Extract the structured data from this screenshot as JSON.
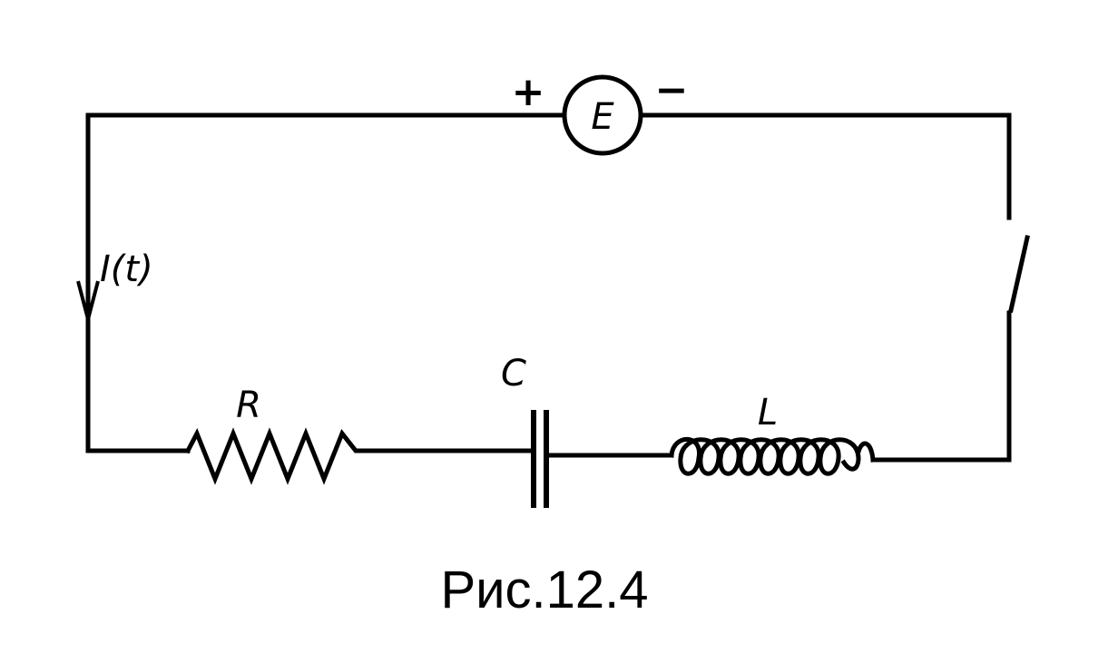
{
  "diagram": {
    "source": {
      "label": "E",
      "positive": "+",
      "negative": "−"
    },
    "current": {
      "label": "I(t)"
    },
    "resistor": {
      "label": "R"
    },
    "capacitor": {
      "label": "C"
    },
    "inductor": {
      "label": "L"
    },
    "switch": {
      "state": "open"
    }
  },
  "caption": "Рис.12.4"
}
